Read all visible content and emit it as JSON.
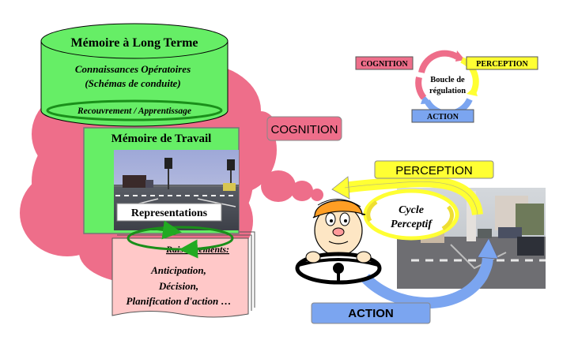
{
  "ltm": {
    "title": "Mémoire à Long Terme",
    "line1": "Connaissances Opératoires",
    "line2": "(Schémas de conduite)",
    "recovery": "Recouvrement / Apprentissage"
  },
  "wm": {
    "title": "Mémoire de Travail",
    "representations": "Representations"
  },
  "reasoning": {
    "title": "Raisonnements:",
    "line1": "Anticipation,",
    "line2": "Décision,",
    "line3": "Planification d'action …"
  },
  "cognition_label": "COGNITION",
  "small_loop": {
    "cognition": "COGNITION",
    "perception": "PERCEPTION",
    "action": "ACTION",
    "center_line1": "Boucle de",
    "center_line2": "régulation"
  },
  "perception_label": "PERCEPTION",
  "action_label": "ACTION",
  "cycle": {
    "line1": "Cycle",
    "line2": "Perceptif"
  },
  "colors": {
    "green": "#66ee66",
    "pink": "#ee6e8a",
    "yellow": "#ffff33",
    "blue": "#7ba5f0",
    "salmon": "#ffc8c8"
  }
}
